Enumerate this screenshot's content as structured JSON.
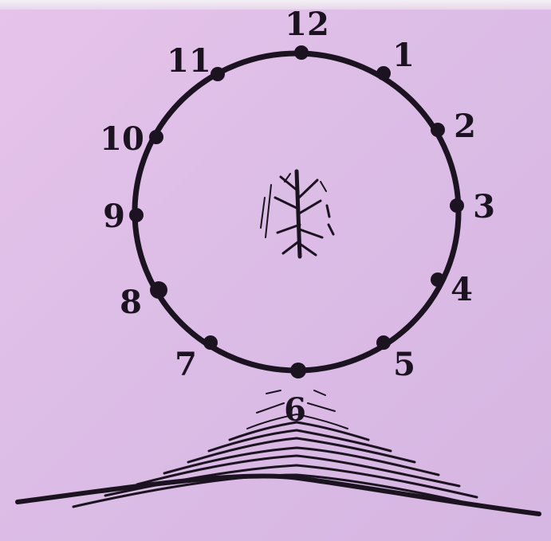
{
  "clock": {
    "labels": [
      "12",
      "1",
      "2",
      "3",
      "4",
      "5",
      "6",
      "7",
      "8",
      "9",
      "10",
      "11"
    ]
  },
  "colors": {
    "background": "#dcbde6",
    "ink": "#1b1320"
  },
  "icons": {
    "center": "tree-mark-icon",
    "base": "hill-lines-icon"
  }
}
